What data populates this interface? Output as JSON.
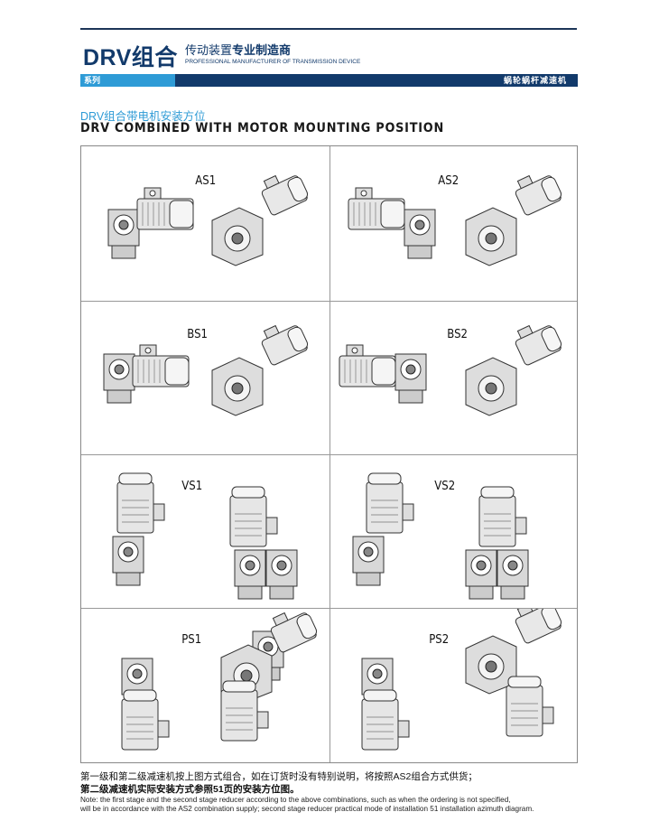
{
  "header": {
    "brand": "DRV组合",
    "tagline_cn_normal": "传动装置",
    "tagline_cn_bold": "专业制造商",
    "tagline_en": "PROFESSIONAL MANUFACTURER OF TRANSMISSION DEVICE",
    "series_label": "系列",
    "category": "蜗轮蜗杆减速机",
    "accent": "#2e9bd6",
    "navy": "#123a6b"
  },
  "section": {
    "title_cn": "DRV组合带电机安装方位",
    "title_en": "DRV COMBINED WITH MOTOR MOUNTING POSITION"
  },
  "positions": [
    {
      "label": "AS1"
    },
    {
      "label": "AS2"
    },
    {
      "label": "BS1"
    },
    {
      "label": "BS2"
    },
    {
      "label": "VS1"
    },
    {
      "label": "VS2"
    },
    {
      "label": "PS1"
    },
    {
      "label": "PS2"
    }
  ],
  "notes": {
    "cn_line1": "第一级和第二级减速机按上图方式组合，如在订货时没有特别说明，将按照AS2组合方式供货；",
    "cn_line2": "第二级减速机实际安装方式参照51页的安装方位图。",
    "en_line1": "Note: the first stage and the second stage reducer according to the above combinations, such as when the ordering is not specified,",
    "en_line2": "will be in accordance with the AS2 combination supply; second stage reducer practical mode of installation 51 installation azimuth diagram."
  }
}
